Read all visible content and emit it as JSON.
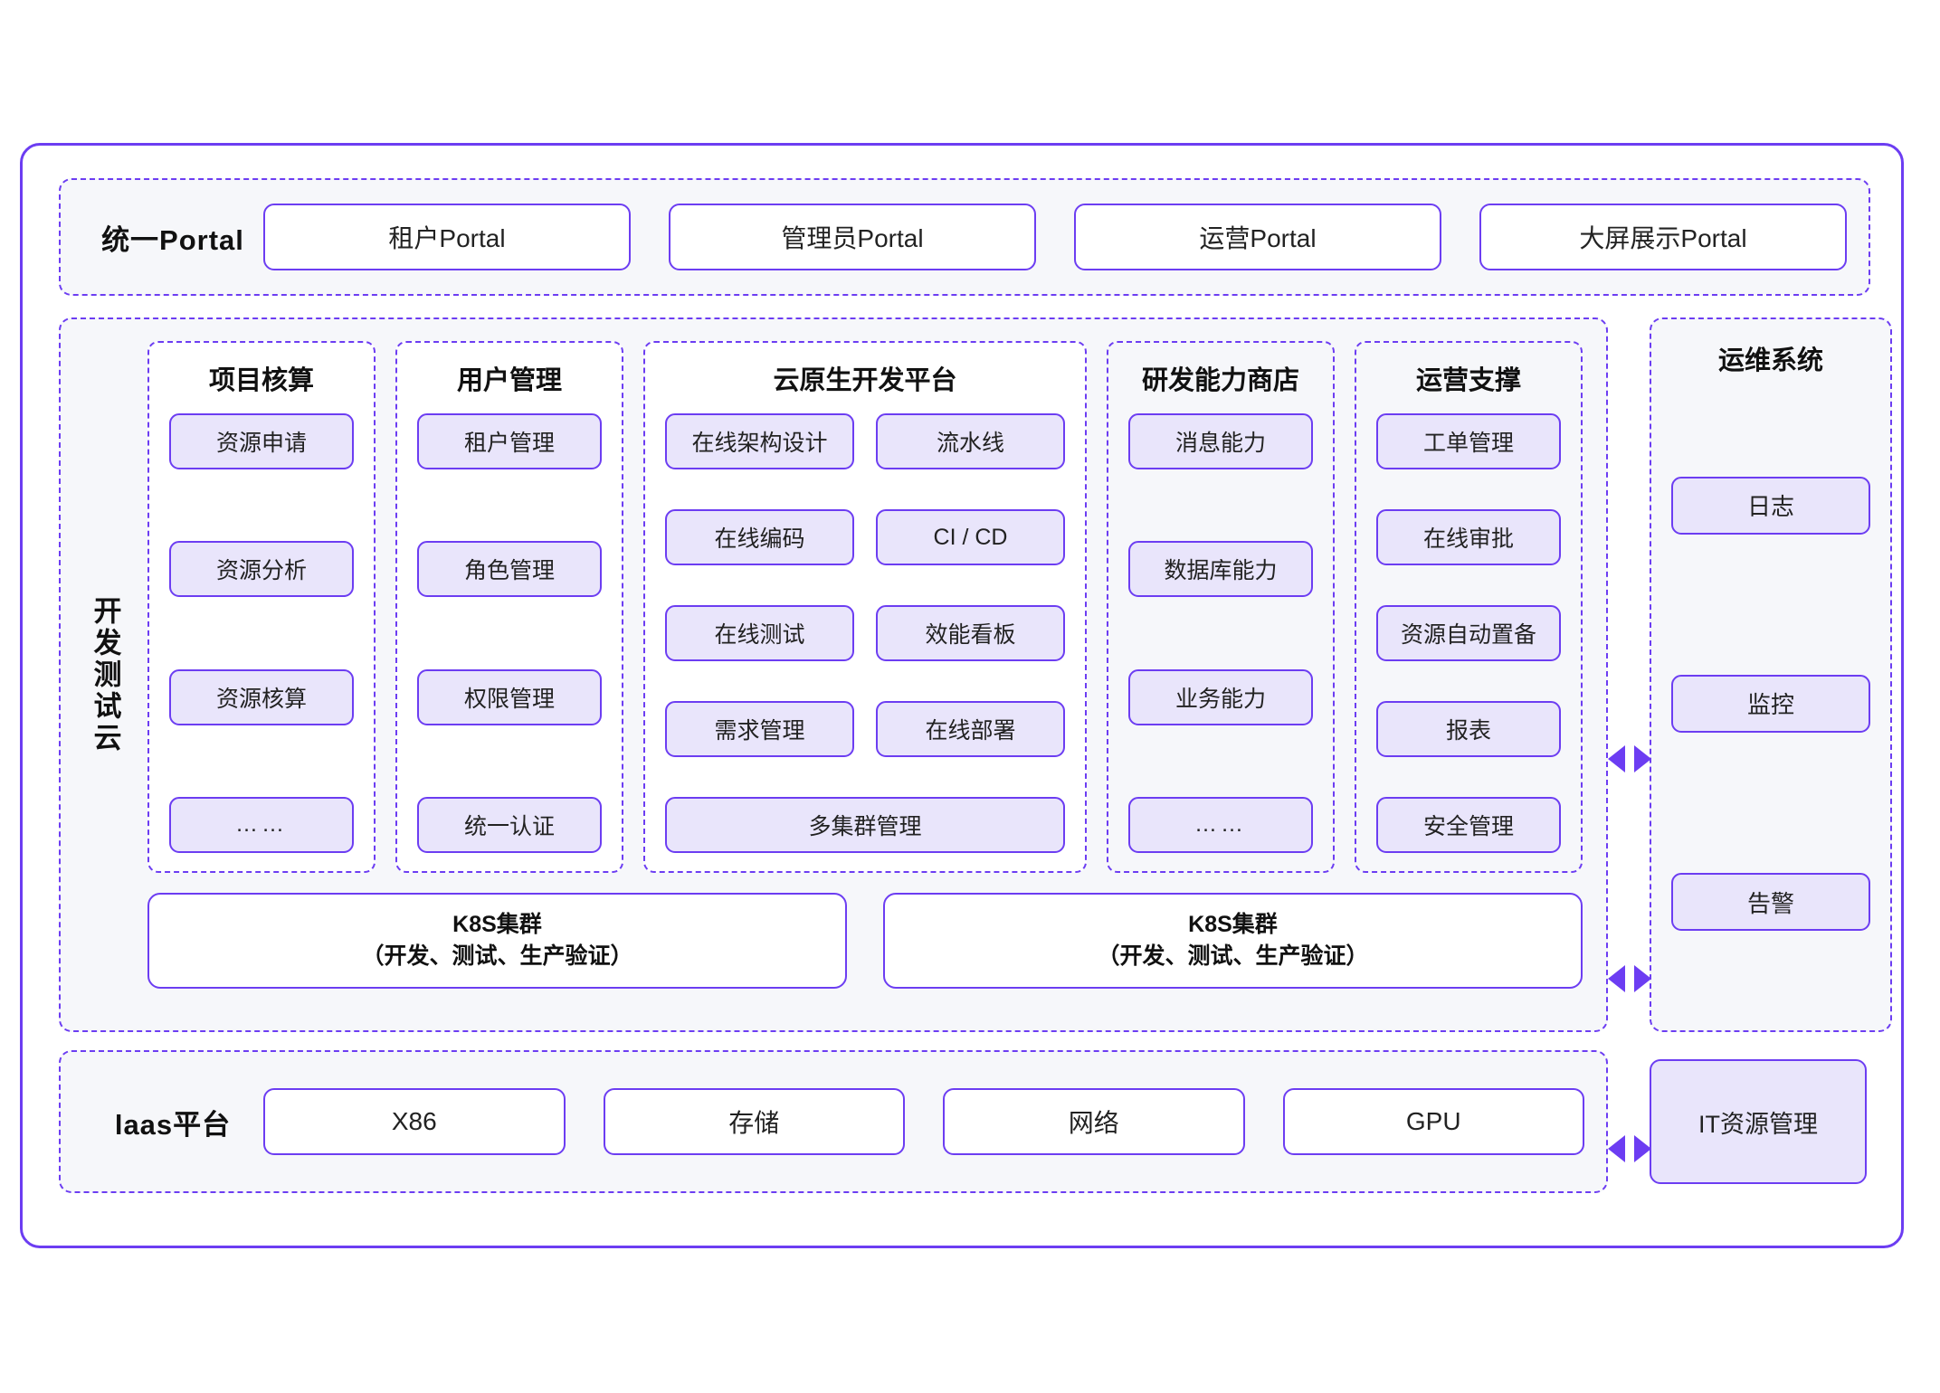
{
  "portal": {
    "title": "统一Portal",
    "items": [
      {
        "label": "租户Portal"
      },
      {
        "label": "管理员Portal"
      },
      {
        "label": "运营Portal"
      },
      {
        "label": "大屏展示Portal"
      }
    ]
  },
  "dev_cloud": {
    "side_label": "开发测试云",
    "columns": [
      {
        "title": "项目核算",
        "items": [
          "资源申请",
          "资源分析",
          "资源核算",
          "……"
        ]
      },
      {
        "title": "用户管理",
        "items": [
          "租户管理",
          "角色管理",
          "权限管理",
          "统一认证"
        ]
      },
      {
        "title": "云原生开发平台",
        "items": [
          "在线架构设计",
          "流水线",
          "在线编码",
          "CI / CD",
          "在线测试",
          "效能看板",
          "需求管理",
          "在线部署",
          "多集群管理"
        ]
      },
      {
        "title": "研发能力商店",
        "items": [
          "消息能力",
          "数据库能力",
          "业务能力",
          "……"
        ]
      },
      {
        "title": "运营支撑",
        "items": [
          "工单管理",
          "在线审批",
          "资源自动置备",
          "报表",
          "安全管理"
        ]
      }
    ],
    "k8s": [
      {
        "line1": "K8S集群",
        "line2": "（开发、测试、生产验证）"
      },
      {
        "line1": "K8S集群",
        "line2": "（开发、测试、生产验证）"
      }
    ]
  },
  "ops_system": {
    "title": "运维系统",
    "items": [
      "日志",
      "监控",
      "告警"
    ]
  },
  "iaas": {
    "title": "laas平台",
    "items": [
      {
        "label": "X86"
      },
      {
        "label": "存储"
      },
      {
        "label": "网络"
      },
      {
        "label": "GPU"
      }
    ],
    "it_resource": "IT资源管理"
  },
  "colors": {
    "accent": "#6c3df2",
    "chip_fill": "#e9e5fb",
    "section_fill": "#f6f7fa",
    "page_bg": "#ffffff"
  }
}
